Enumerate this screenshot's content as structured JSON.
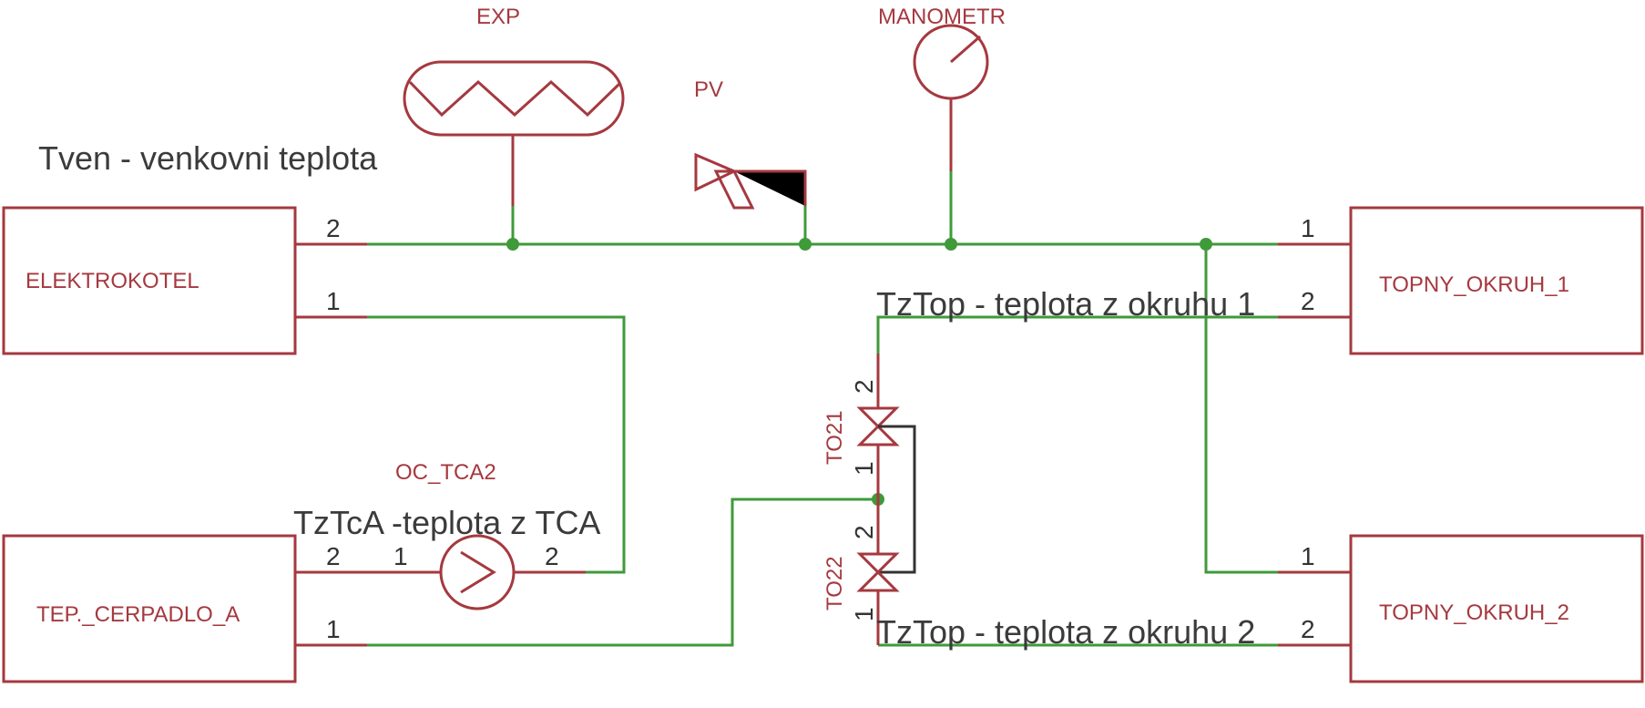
{
  "components": {
    "exp": "EXP",
    "manometr": "MANOMETR",
    "pv": "PV",
    "elektrokotel": "ELEKTROKOTEL",
    "tep_cerpadlo": "TEP._CERPADLO_A",
    "topny_okruh_1": "TOPNY_OKRUH_1",
    "topny_okruh_2": "TOPNY_OKRUH_2",
    "pump": "OC_TCA2",
    "valve_1": "TO21",
    "valve_2": "TO22"
  },
  "notes": {
    "tven": "Tven - venkovni teplota",
    "tztop1": "TzTop - teplota z okruhu 1",
    "tztop2": "TzTop - teplota z okruhu 2",
    "tztca": "TzTcA -teplota z TCA"
  },
  "pins": {
    "p1": "1",
    "p2": "2"
  },
  "colors": {
    "component": "#a5393f",
    "wire": "#3f9a3a",
    "text": "#3b3b3b",
    "background": "#ffffff"
  }
}
